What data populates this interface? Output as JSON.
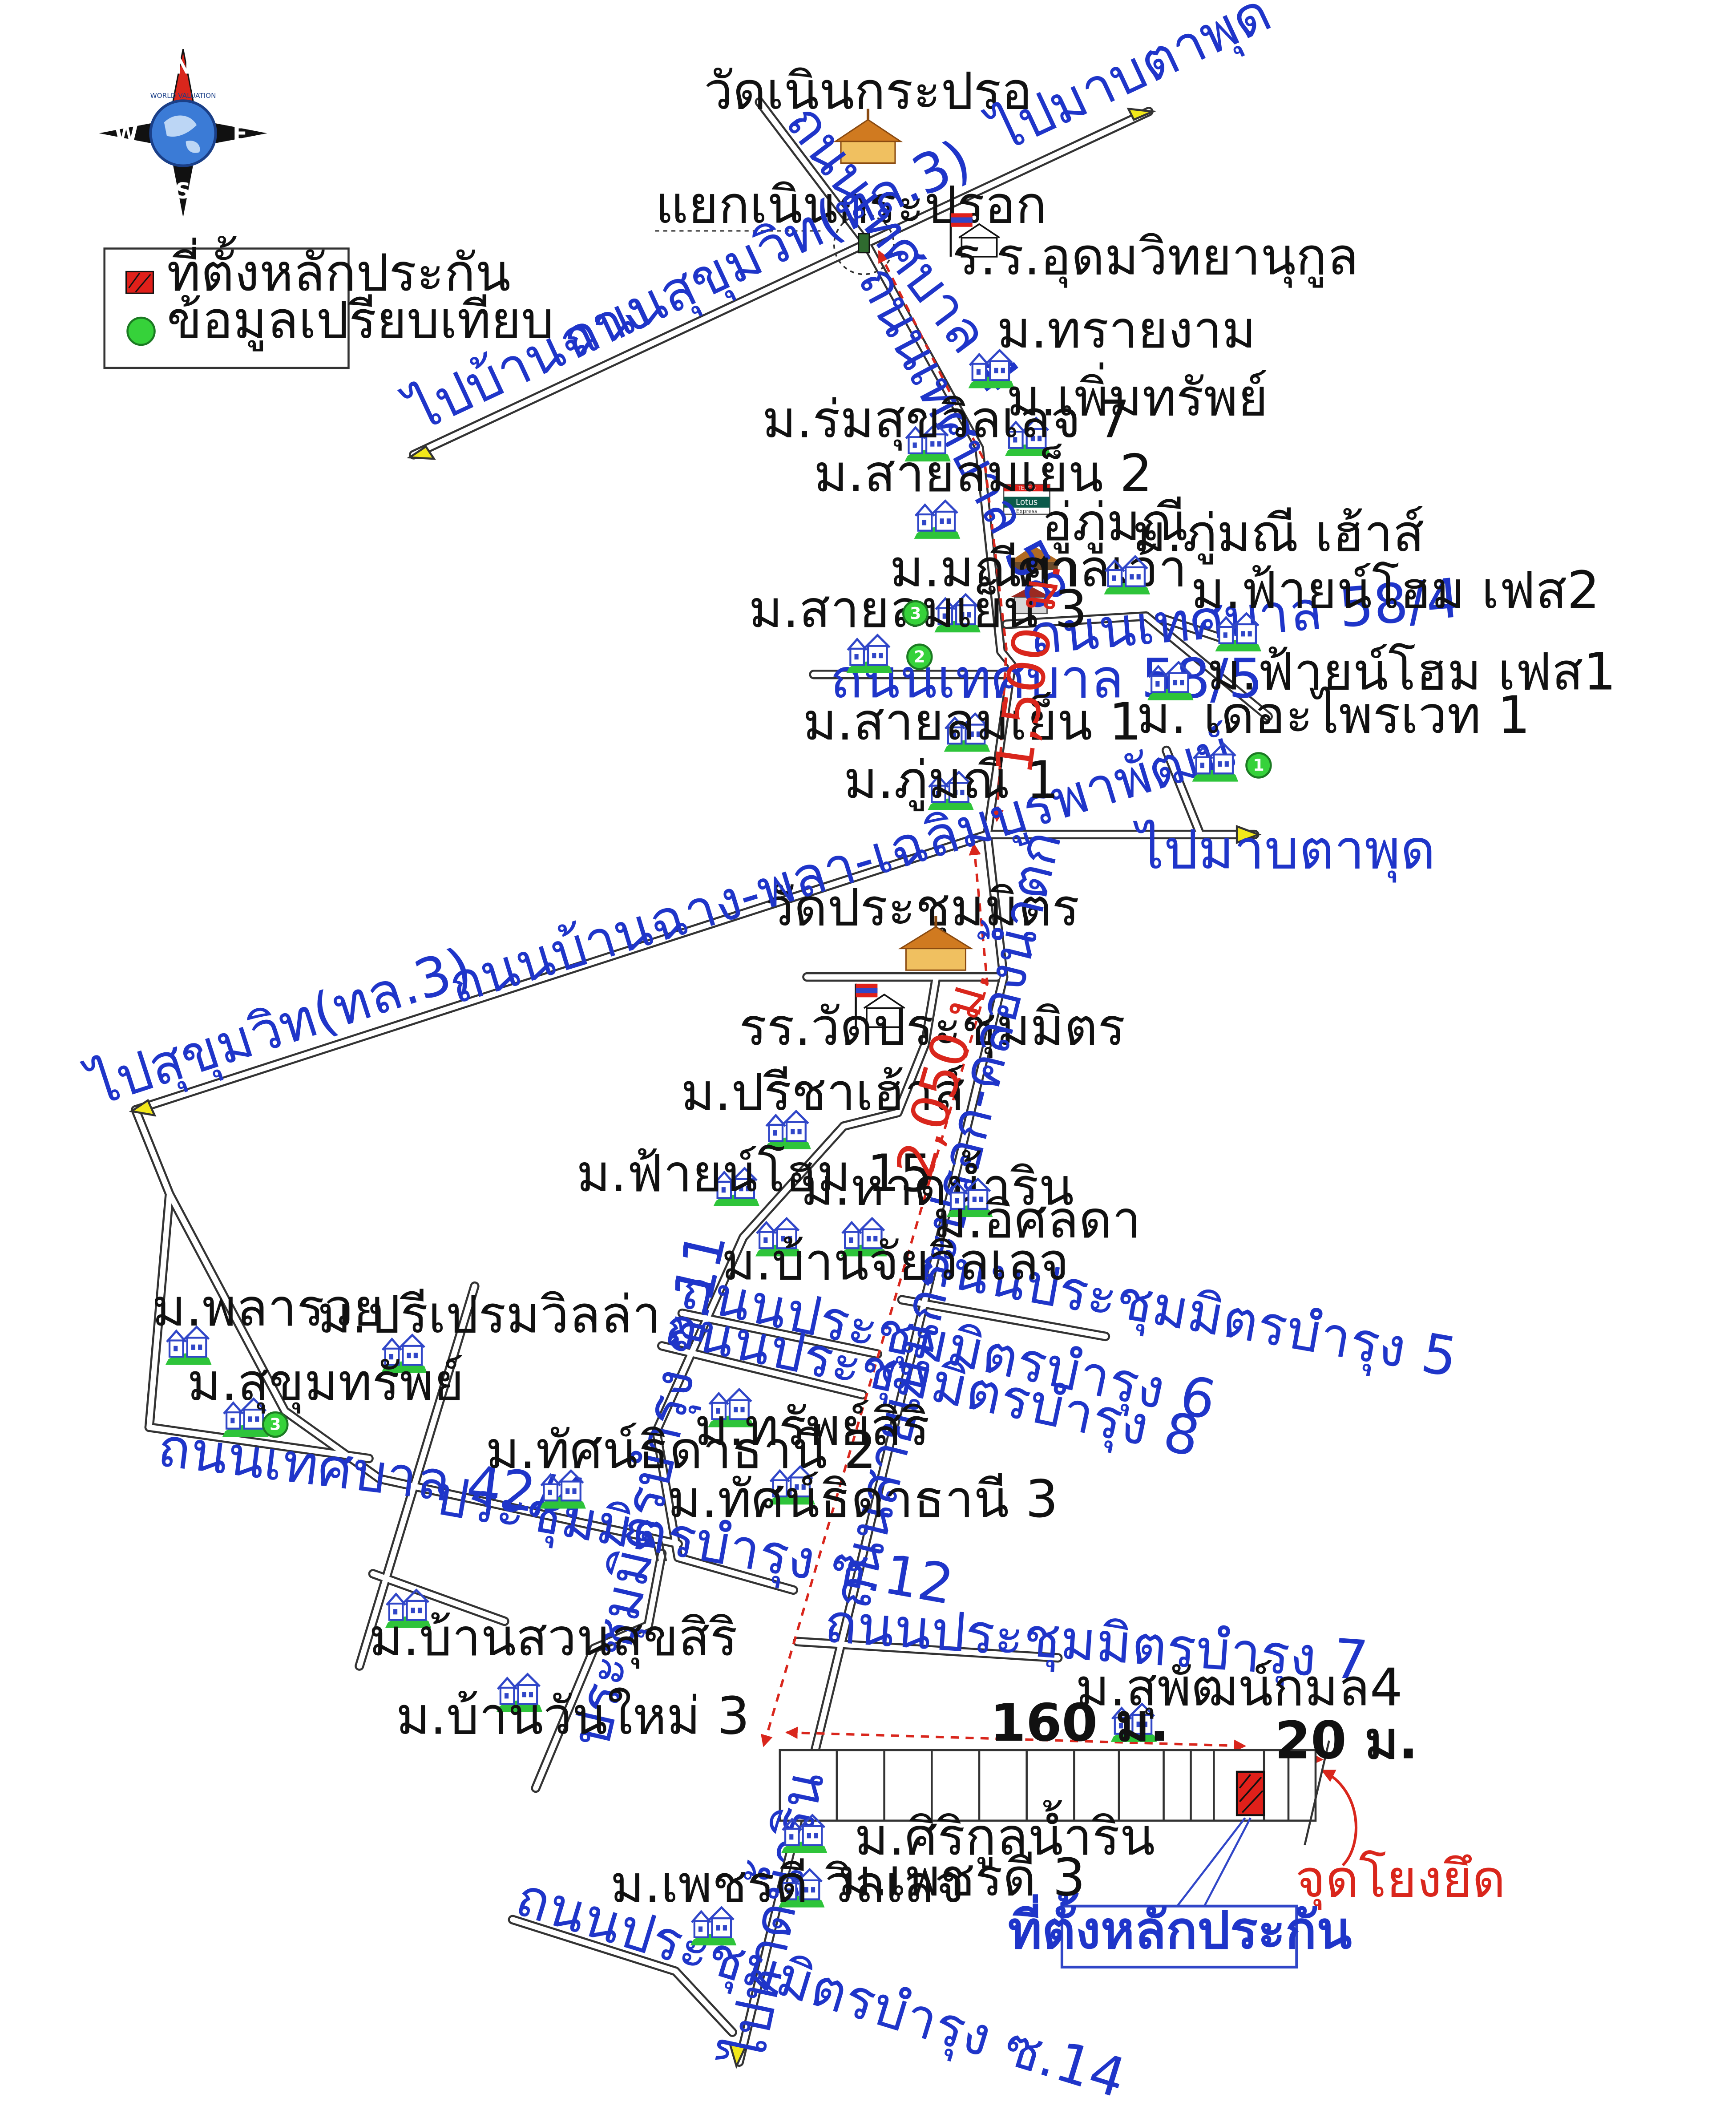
{
  "compass": {
    "north": "N",
    "south": "S",
    "east": "E",
    "west": "W",
    "globe_text": "WORLD VALUATION"
  },
  "legend": {
    "collateral_label": "ที่ตั้งหลักประกัน",
    "comparable_label": "ข้อมูลเปรียบเทียบ",
    "collateral_color": "#e0201a",
    "comparable_color": "#36d23a"
  },
  "landmarks": {
    "wat_noen": "วัดเนินกระปรอ",
    "noen_intersection": "แยกเนินกระปรอก",
    "school_udom": "ร.ร.อุดมวิทยานุกูล",
    "lotus": "Lotus",
    "lotus_top": "TESCO",
    "lotus_sub": "Express",
    "u_phumanee": "อู่ภู่มณี",
    "shrine": "ศาลเจ้า",
    "wat_prachum": "วัดประชุมมิตร",
    "school_prachum": "รร.วัดประชุมมิตร"
  },
  "directions": {
    "to_ta_phut_top": "ไปมาบตาพุด",
    "to_ban_chang": "ไปบ้านฉาง",
    "to_ta_phut_mid": "ไปมาบตาพุด",
    "to_sukhumvit": "ไปสุขุมวิท(ทล.3)",
    "to_hat_namrin": "ไปหาดน้ำริน"
  },
  "roads": {
    "sukhumvit": "ถนนสุขุมวิท(ทล.3)",
    "thesaban4": "ถนนเทศบาล 4",
    "thesaban58": "ถนนเทศบาล 58",
    "thesaban58_4": "ถนนเทศบาล 58/4",
    "thesaban58_5": "ถนนเทศบาล 58/5",
    "banchang_phla": "ถนนบ้านฉาง-พลา-เฉลิมบูรพาพัฒน์",
    "prachum5": "ถนนประชุมมิตรบำรุง 5",
    "prachum6": "ถนนประชุมมิตรบำรุง 6",
    "prachum8": "ถนนประชุมมิตรบำรุง 8",
    "thesaban42_4": "ถนนเทศบาล 42/4",
    "prachum_s12": "ประชุมมิตรบำรุง ซ.12",
    "prachum_s11": "ประชุมมิตรบำรุง ซ.11",
    "prachum7": "ถนนประชุมมิตรบำรุง 7",
    "prachum_s14": "ถนนประชุมมิตรบำรุง ซ.14",
    "main_south": "ถนนสายเนินกระปรอก-คลองน้ำตก"
  },
  "villages": {
    "sai_ngam": "ม.ทรายงาม",
    "phoem_sap": "ม.เพิ่มทรัพย์",
    "rom_suk7": "ม.ร่มสุขวิลเลจ 7",
    "sailom2": "ม.สายลมเย็น 2",
    "phumanee_house": "ม.ภู่มณี เฮ้าส์",
    "manee_ya": "ม.มณียา",
    "fahhome2": "ม.ฟ้ายน์โฮม เฟส2",
    "sailom3": "ม.สายลมเย็น 3",
    "fahhome1": "ม.ฟ้ายน์โฮม เฟส1",
    "sailom1": "ม.สายลมเย็น 1",
    "private1": "ม. เดอะไพรเวท 1",
    "phumanee1": "ม.ภู่มณี 1",
    "preecha": "ม.ปรีชาเฮ้าส์",
    "fahhome15": "ม.ฟ้ายน์โฮม 15",
    "hat_namrin": "ม.หาดน้ำริน",
    "isalda": "ม.อิศลดา",
    "banchai": "ม.บ้านจัยวิลเลจ",
    "phla_ruay": "ม.พลารวย",
    "preeprem": "ม.ปรีเปรมวิลล่า",
    "suksap": "ม.สุขุมทรัพย์",
    "sap_siri": "ม.ทรัพย์สิริ",
    "tat_thani2": "ม.ทัศน์ธิดาธานี 2",
    "tat_thani3": "ม.ทัศน์ธิดาธานี 3",
    "suan_suk": "ม.บ้านสวนสุขสิริ",
    "wan_mai3": "ม.บ้านวันใหม่ 3",
    "suphat4": "ม.สุพัฒน์กมล4",
    "sirikul": "ม.ศิริกูลน้ำริน",
    "phetdee3": "ม.เพชรดี 3",
    "phetdee_v": "ม.เพชรดี วิลเลจ"
  },
  "comparables": {
    "c1": "1",
    "c2": "2",
    "c3a": "3",
    "c3b": "3"
  },
  "distances": {
    "d1500": "1,500 ม.",
    "d2050": "2,050 ม.",
    "d160": "160 ม.",
    "d20": "20 ม."
  },
  "reference_point": "จุดโยงยึด",
  "collateral_callout": "ที่ตั้งหลักประกัน",
  "colors": {
    "road_fill": "#ffffff",
    "road_edge": "#333333",
    "road_label": "#1f35c9",
    "distance": "#d9261c",
    "village_roof": "#3046c8",
    "village_grass": "#2ec43a",
    "arrow_yellow": "#f2e81a"
  }
}
